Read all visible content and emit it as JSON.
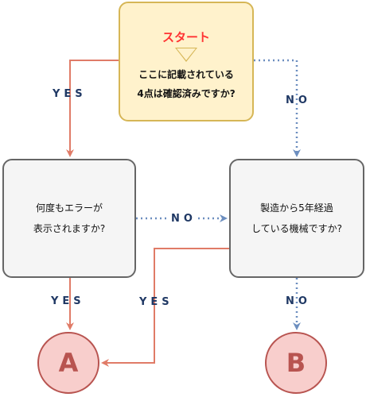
{
  "start": {
    "title": "スタート",
    "line1": "ここに記載されている",
    "line2": "4点は確認済みですか?"
  },
  "question_left": {
    "line1": "何度もエラーが",
    "line2": "表示されますか?"
  },
  "question_right": {
    "line1": "製造から5年経過",
    "line2": "している機械ですか?"
  },
  "results": {
    "a": "A",
    "b": "B"
  },
  "labels": {
    "top_left": "YES",
    "top_right": "NO",
    "middle": "NO",
    "bottom_left": "YES",
    "bottom_middle": "YES",
    "bottom_right": "NO"
  },
  "colors": {
    "yes_arrow": "#e07b67",
    "no_arrow": "#6c8ebf",
    "start_fill": "#fff2cc",
    "start_border": "#d6b656",
    "question_fill": "#f5f5f5",
    "result_fill": "#f8cecc",
    "result_border": "#b85450",
    "start_title": "#ff3333"
  }
}
